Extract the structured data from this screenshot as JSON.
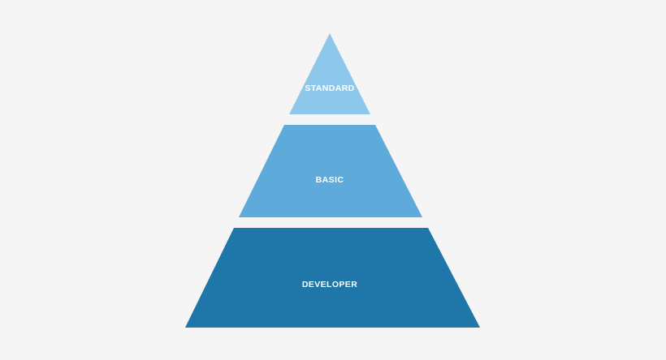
{
  "diagram": {
    "type": "pyramid",
    "tiers": [
      {
        "label": "STANDARD",
        "color": "#8ec7ec"
      },
      {
        "label": "BASIC",
        "color": "#5eaadb"
      },
      {
        "label": "DEVELOPER",
        "color": "#1f76a9"
      }
    ],
    "background": "#f5f5f5"
  }
}
